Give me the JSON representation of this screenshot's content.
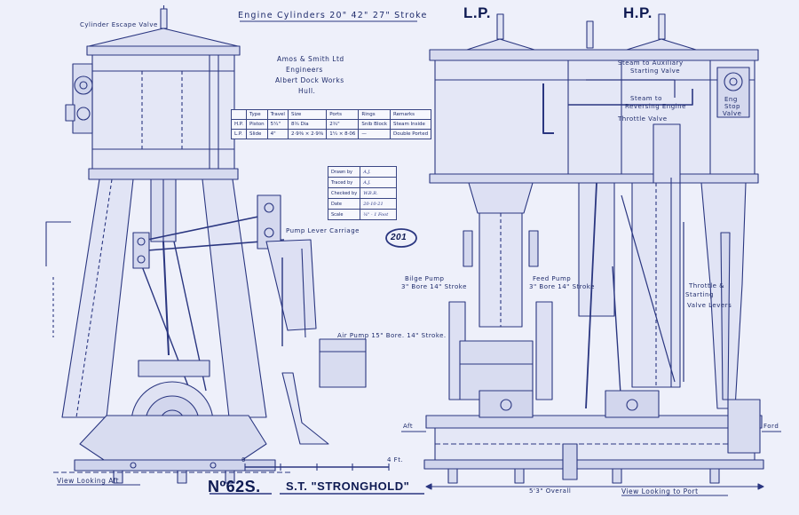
{
  "header": {
    "title": "Engine Cylinders 20\" 42\" 27\" Stroke",
    "lp": "L.P.",
    "hp": "H.P."
  },
  "builder": {
    "line1": "Amos & Smith Ltd",
    "line2": "Engineers",
    "line3": "Albert Dock Works",
    "line4": "Hull."
  },
  "spec_table": {
    "headers": [
      "",
      "Type",
      "Travel",
      "Size",
      "Ports",
      "Rings",
      "Remarks"
    ],
    "rows": [
      [
        "H.P.",
        "Piston",
        "5¼\"",
        "8¾ Dia",
        "2¾\"",
        "Snib Block",
        "Steam Inside"
      ],
      [
        "L.P.",
        "Slide",
        "4\"",
        "2·9⅜ × 2·9⅜",
        "1¼ × 8·06",
        "—",
        "Double Ported"
      ]
    ]
  },
  "title_block": {
    "rows": [
      {
        "label": "Drawn by",
        "value": "A.J."
      },
      {
        "label": "Traced by",
        "value": "A.J."
      },
      {
        "label": "Checked by",
        "value": "W.B.R."
      },
      {
        "label": "Date",
        "value": "20-10-21"
      },
      {
        "label": "Scale",
        "value": "¼\" - 1 Foot"
      }
    ]
  },
  "labels": {
    "escape_valve": "Cylinder Escape Valve",
    "pump_lever": "Pump Lever Carriage",
    "air_pump": "Air Pump 15\" Bore. 14\" Stroke.",
    "bilge_pump": "Bilge Pump",
    "bilge_pump_size": "3\" Bore 14\" Stroke",
    "feed_pump": "Feed Pump",
    "feed_pump_size": "3\" Bore 14\" Stroke",
    "steam_aux": "Steam to Auxiliary",
    "starting_valve": "Starting Valve",
    "steam_rev": "Steam to",
    "reversing_engine": "Reversing Engine",
    "throttle_valve": "Throttle Valve",
    "stop_valve_1": "Eng",
    "stop_valve_2": "Stop",
    "stop_valve_3": "Valve",
    "throttle_levers_1": "Throttle &",
    "throttle_levers_2": "Starting",
    "throttle_levers_3": "Valve Levers",
    "aft": "Aft",
    "fore": "Ford",
    "overall": "5'3\" Overall",
    "scale_zero": "0",
    "scale_end": "4 Ft."
  },
  "drawing_no": "201",
  "footer": {
    "view_aft": "View Looking Aft",
    "number": "Nº62S.",
    "ship": "S.T. \"STRONGHOLD\"",
    "view_port": "View Looking to Port"
  },
  "colors": {
    "line": "#2a3680",
    "paper": "#eef0fa",
    "fill": "#dfe2f3"
  }
}
